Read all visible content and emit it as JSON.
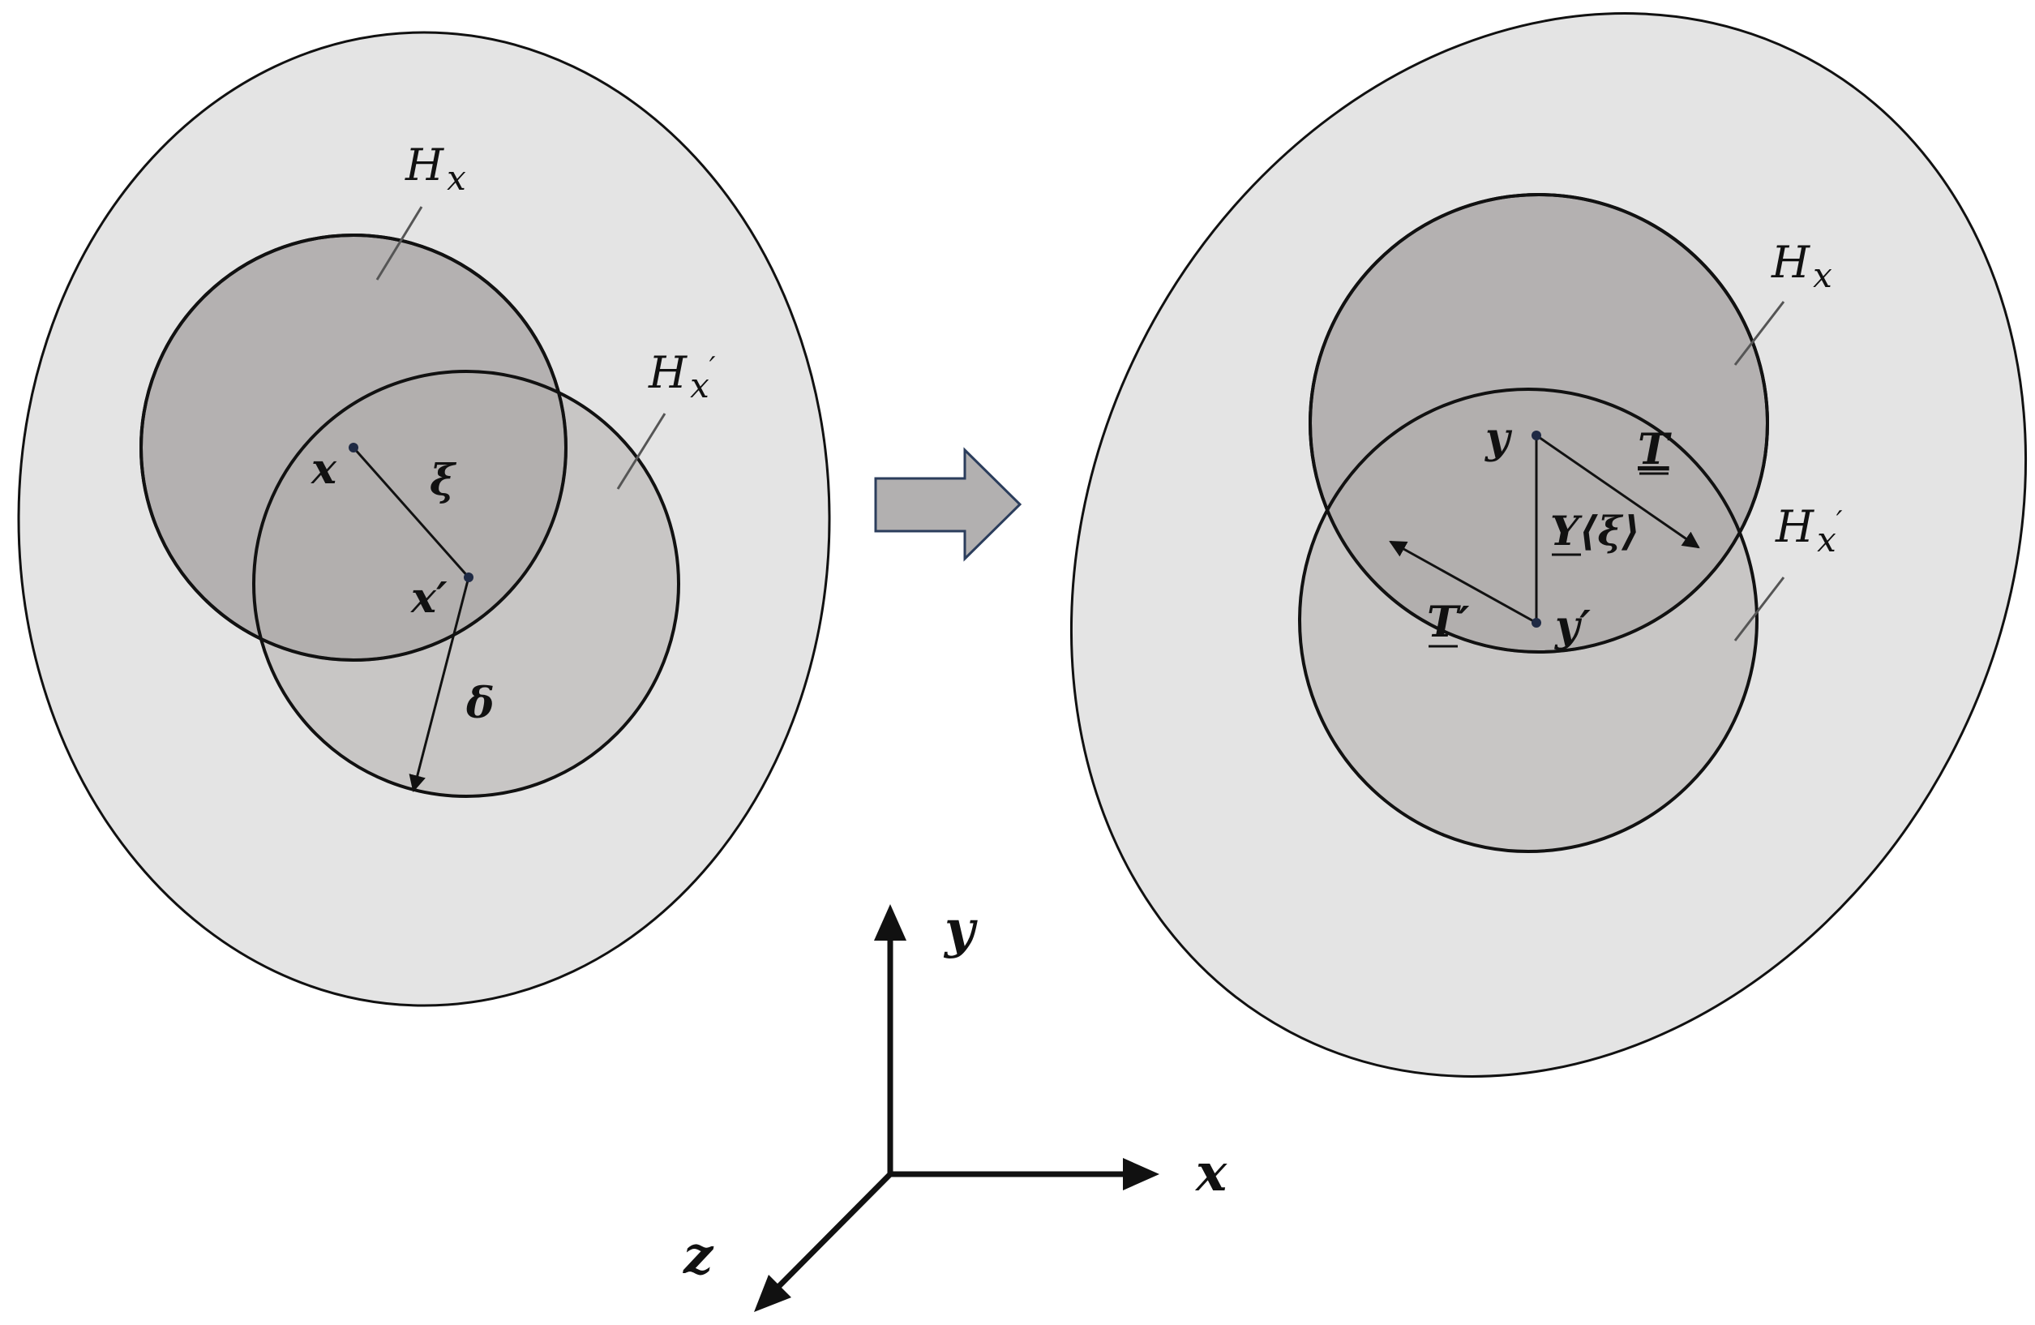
{
  "colors": {
    "outer_fill": "#e4e4e4",
    "inner_fill": "#b0adac",
    "stroke": "#111111",
    "point": "#1f2a44",
    "arrow_fill": "#b2b0b0",
    "arrow_stroke": "#2b3d5c",
    "leader": "#555555"
  },
  "left_body": {
    "h_x_base": "H",
    "h_x_sub": "x",
    "h_xp_base": "H",
    "h_xp_sub": "x",
    "h_xp_prime": "′",
    "point_x": "x",
    "point_xp": "x′",
    "bond": "ξ",
    "horizon": "δ"
  },
  "right_body": {
    "h_x_base": "H",
    "h_x_sub": "x",
    "h_xp_base": "H",
    "h_xp_sub": "x",
    "h_xp_prime": "′",
    "point_y": "y",
    "point_yp": "y′",
    "force_t": "T",
    "force_tp": "T′",
    "deformation": "Y⟨ξ⟩"
  },
  "axes": {
    "x": "x",
    "y": "y",
    "z": "z"
  },
  "icons": {
    "map_arrow": "right-arrow-icon"
  }
}
